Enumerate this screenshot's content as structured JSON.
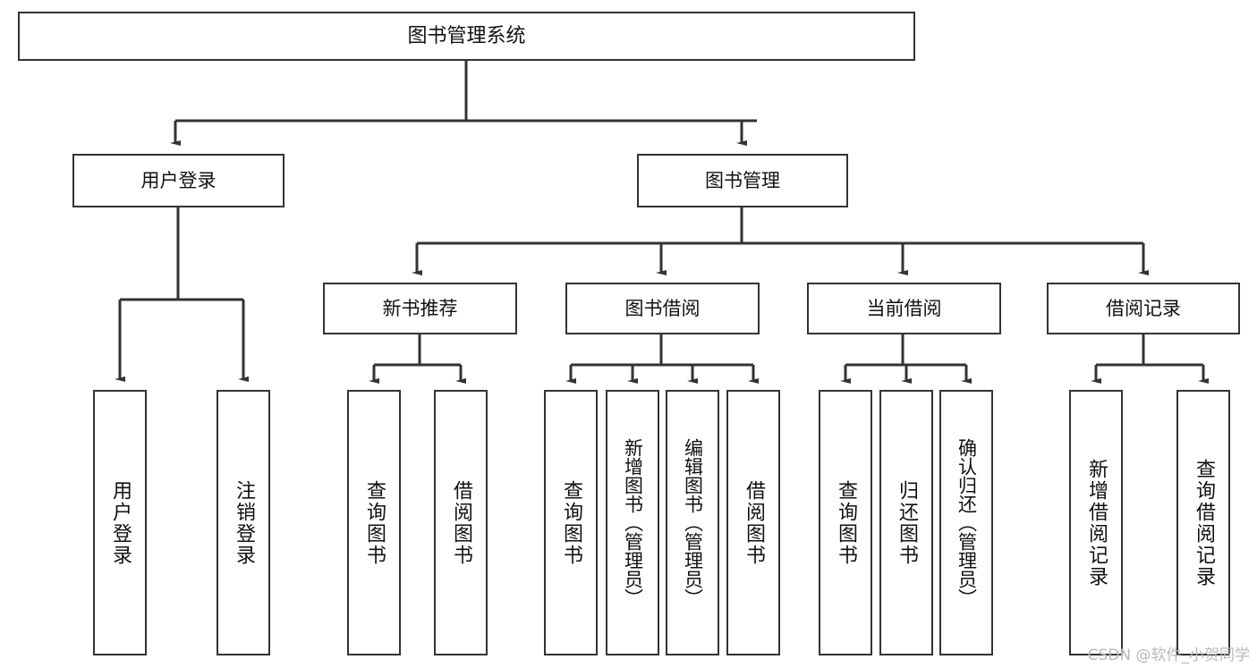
{
  "diagram": {
    "type": "tree",
    "title": "图书管理系统",
    "root": {
      "label": "图书管理系统"
    },
    "level1": [
      {
        "label": "用户登录"
      },
      {
        "label": "图书管理"
      }
    ],
    "level2": [
      {
        "label": "新书推荐"
      },
      {
        "label": "图书借阅"
      },
      {
        "label": "当前借阅"
      },
      {
        "label": "借阅记录"
      }
    ],
    "leaves": {
      "user_login": [
        {
          "label": "用户登录"
        },
        {
          "label": "注销登录"
        }
      ],
      "new_book_recommend": [
        {
          "label": "查询图书"
        },
        {
          "label": "借阅图书"
        }
      ],
      "book_borrow": [
        {
          "label": "查询图书"
        },
        {
          "label": "新增图书（管理员）"
        },
        {
          "label": "编辑图书（管理员）"
        },
        {
          "label": "借阅图书"
        }
      ],
      "current_borrow": [
        {
          "label": "查询图书"
        },
        {
          "label": "归还图书"
        },
        {
          "label": "确认归还（管理员）"
        }
      ],
      "borrow_record": [
        {
          "label": "新增借阅记录"
        },
        {
          "label": "查询借阅记录"
        }
      ]
    }
  },
  "watermark": {
    "text": "CSDN @软件_小贺同学"
  },
  "colors": {
    "stroke": "#333333",
    "background": "#ffffff",
    "text": "#111111",
    "watermark": "#b9b9b9"
  }
}
